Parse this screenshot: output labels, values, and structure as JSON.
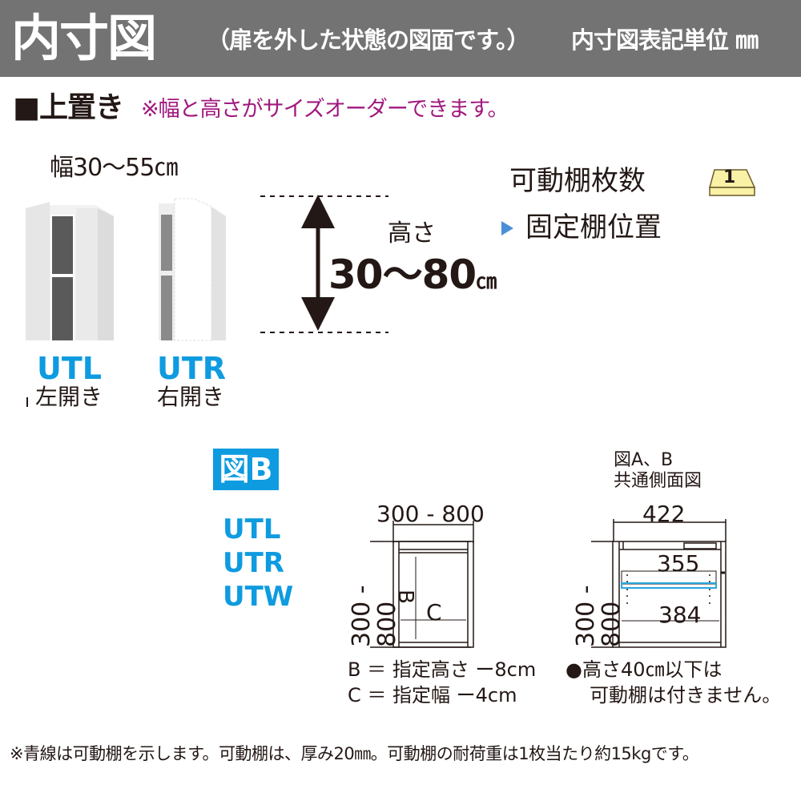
{
  "header": {
    "title": "内寸図",
    "subtitle": "（扉を外した状態の図面です。）",
    "unit_label": "内寸図表記単位 ㎜"
  },
  "section": {
    "title": "■上置き",
    "note": "※幅と高さがサイズオーダーできます。"
  },
  "product": {
    "width_range": "幅30〜55㎝",
    "models": [
      {
        "code": "UTL",
        "opening": "左開き"
      },
      {
        "code": "UTR",
        "opening": "右開き"
      }
    ],
    "height_label": "高さ",
    "height_range": "30〜80",
    "height_unit": "㎝"
  },
  "shelves": {
    "movable_label": "可動棚枚数",
    "movable_count": "1",
    "fixed_label": "固定棚位置"
  },
  "figure_b": {
    "badge": "図B",
    "models": [
      "UTL",
      "UTR",
      "UTW"
    ],
    "width_dim": "300 - 800",
    "height_dim": "300 - 800",
    "label_b": "B",
    "label_c": "C",
    "legend": [
      "B ＝ 指定高さ ー8cm",
      "C ＝ 指定幅 ー4cm"
    ]
  },
  "side_view": {
    "caption_line1": "図A、B",
    "caption_line2": "共通側面図",
    "depth_outer": "422",
    "depth_upper": "355",
    "depth_lower": "384",
    "height_dim": "300 - 800",
    "note_line1": "●高さ40㎝以下は",
    "note_line2": "可動棚は付きません。"
  },
  "footer": {
    "note": "※青線は可動棚を示します。可動棚は、厚み20㎜。可動棚の耐荷重は1枚当たり約15kgです。"
  },
  "colors": {
    "header_bg": "#737373",
    "accent_blue": "#0e9be0",
    "note_magenta": "#a0197f",
    "badge_yellow": "#f8f1a6",
    "shelf_blue": "#2aa7e0"
  }
}
